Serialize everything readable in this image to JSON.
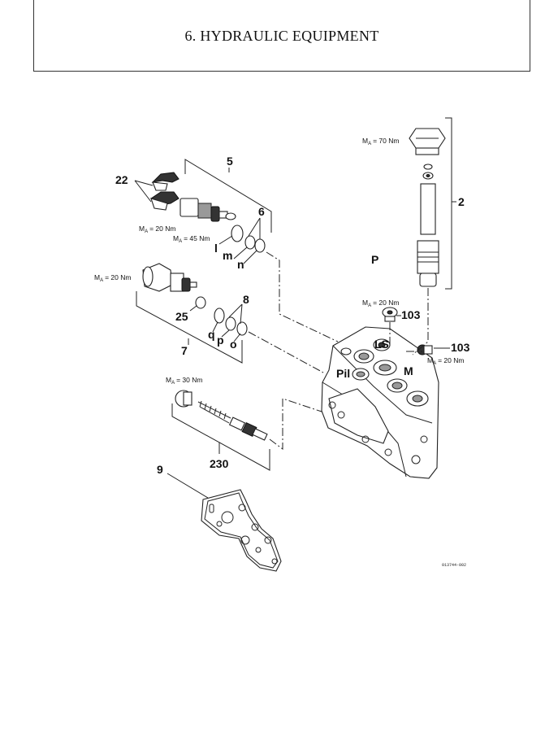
{
  "header": {
    "title": "6. HYDRAULIC EQUIPMENT"
  },
  "diagram": {
    "labels": {
      "l2": "2",
      "l5": "5",
      "l6": "6",
      "l7": "7",
      "l8": "8",
      "l9": "9",
      "l22": "22",
      "l25": "25",
      "l103a": "103",
      "l103b": "103",
      "l230": "230",
      "lP": "P",
      "lLS": "LS",
      "lPil": "Pil",
      "lM": "M",
      "ll": "l",
      "lm": "m",
      "ln": "n",
      "lq": "q",
      "lp": "p",
      "lo": "o"
    },
    "torques": {
      "t70": {
        "sym": "M",
        "sub": "A",
        "val": "= 70 Nm"
      },
      "t20a": {
        "sym": "M",
        "sub": "A",
        "val": "= 20 Nm"
      },
      "t45": {
        "sym": "M",
        "sub": "A",
        "val": "= 45 Nm"
      },
      "t20b": {
        "sym": "M",
        "sub": "A",
        "val": "= 20 Nm"
      },
      "t20c": {
        "sym": "M",
        "sub": "A",
        "val": "= 20 Nm"
      },
      "t20d": {
        "sym": "M",
        "sub": "A",
        "val": "= 20 Nm"
      },
      "t30": {
        "sym": "M",
        "sub": "A",
        "val": "= 30 Nm"
      }
    },
    "drawing_code": "013744-002"
  }
}
